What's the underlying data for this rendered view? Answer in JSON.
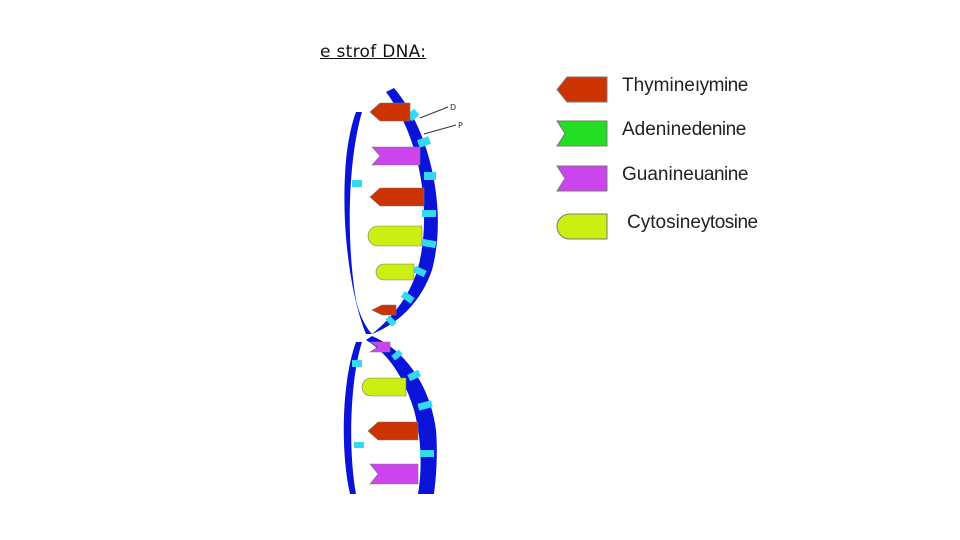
{
  "title": "e strof DNA:",
  "strand_labels": {
    "d": "D",
    "p": "P"
  },
  "colors": {
    "backbone": "#0a14d8",
    "backbone_bar": "#33d9f2",
    "thymine": "#cc3300",
    "adenine": "#22dd22",
    "guanine": "#cc44ee",
    "cytosine": "#ccee11"
  },
  "legend": [
    {
      "name": "Thymine",
      "ghost": "ıymine",
      "shape": "arrow",
      "color_key": "thymine"
    },
    {
      "name": "Adenine",
      "ghost": "denine",
      "shape": "notch",
      "color_key": "adenine"
    },
    {
      "name": "Guanine",
      "ghost": "uanine",
      "shape": "notch",
      "color_key": "guanine"
    },
    {
      "name": "Cytosine",
      "ghost": "ytosine",
      "shape": "round",
      "color_key": "cytosine"
    }
  ],
  "bases": [
    {
      "base": "thymine"
    },
    {
      "base": "guanine"
    },
    {
      "base": "thymine"
    },
    {
      "base": "cytosine"
    },
    {
      "base": "cytosine"
    },
    {
      "base": "thymine"
    },
    {
      "base": "guanine"
    },
    {
      "base": "cytosine"
    },
    {
      "base": "thymine"
    },
    {
      "base": "guanine"
    }
  ]
}
